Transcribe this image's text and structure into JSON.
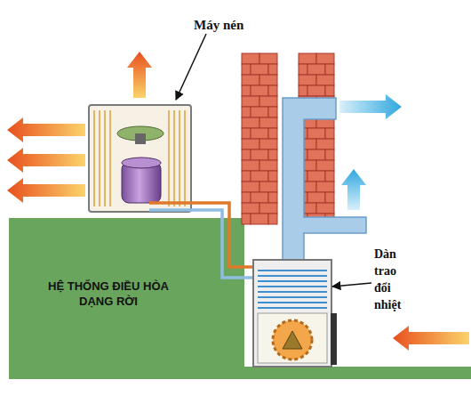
{
  "diagram": {
    "nodes": [
      {
        "text": [
          "HỆ THỐNG ĐIỀU HÒA DẠNG RỜI"
        ]
      }
    ],
    "labels": [
      "Máy nén",
      "Dàn trao đổi nhiệt"
    ]
  }
}
